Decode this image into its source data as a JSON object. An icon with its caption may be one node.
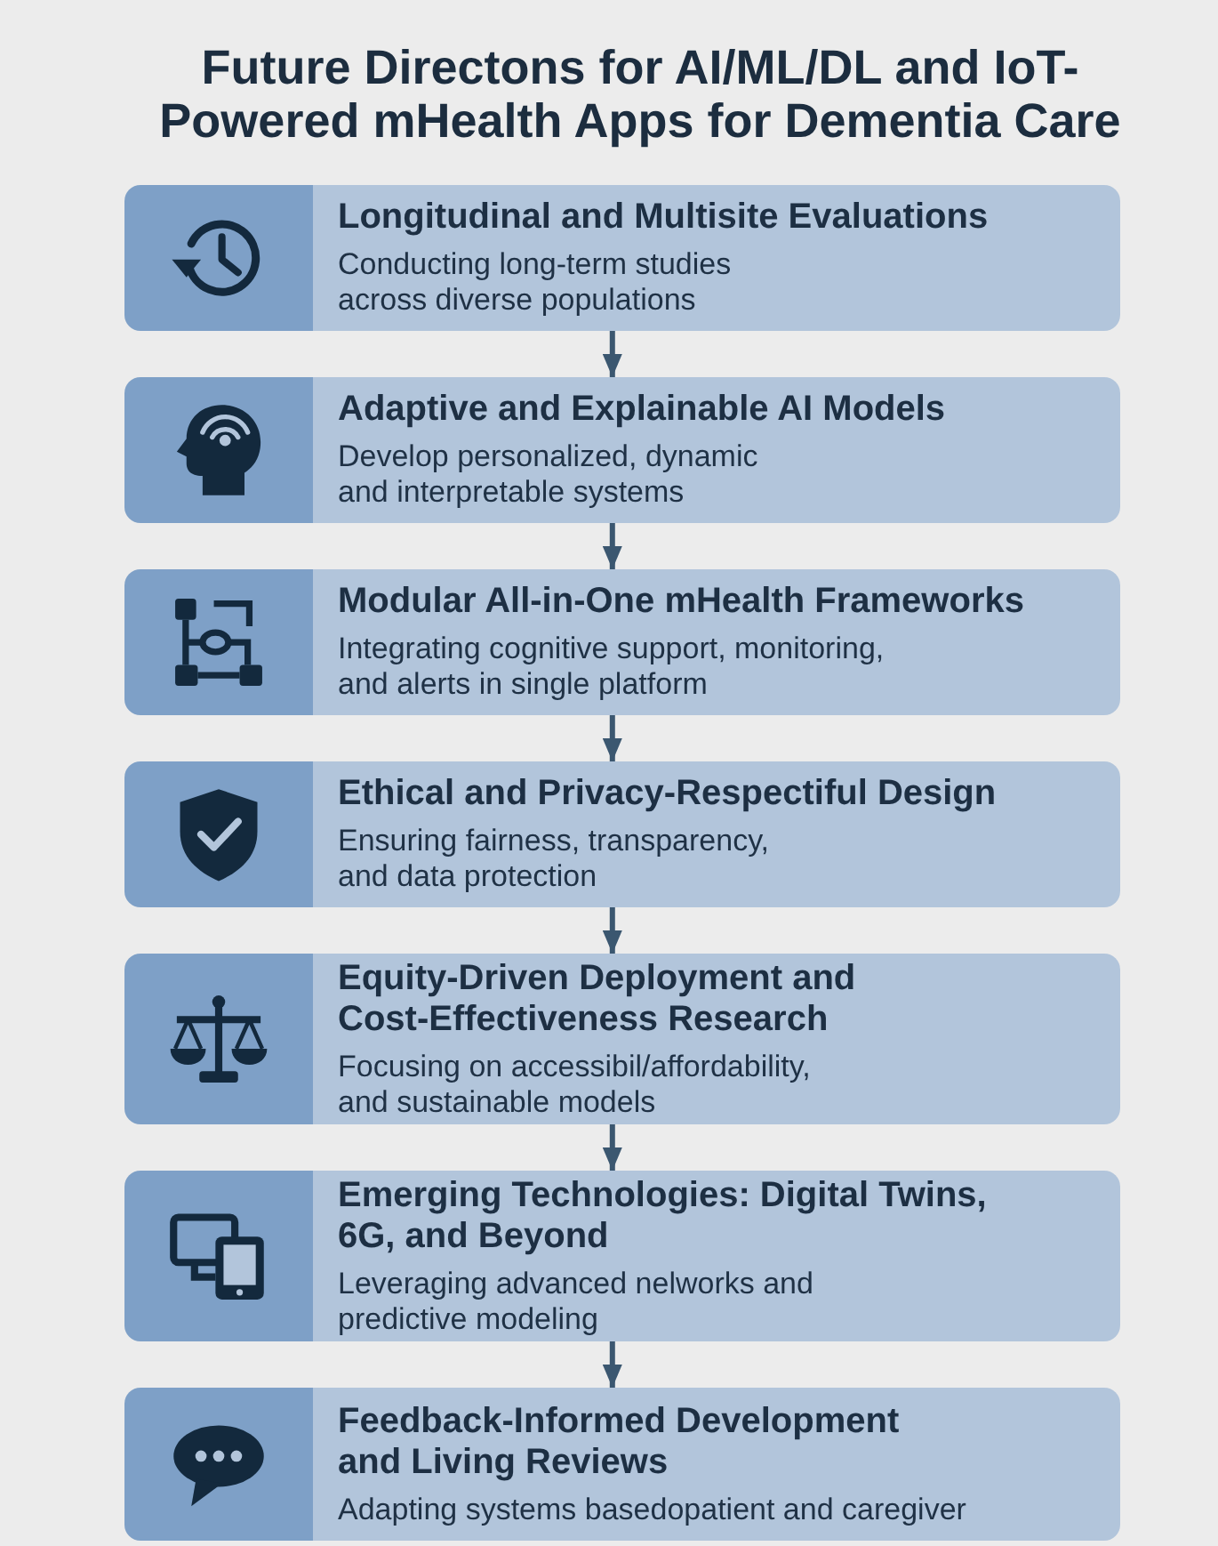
{
  "diagram": {
    "title": "Future Directons for AI/ML/DL and IoT-Powered mHealth Apps for Dementia Care",
    "nodes": [
      {
        "text": [
          "Longitudinal and Multisite Evaluations",
          "Conducting long-term studies across diverse populations"
        ]
      },
      {
        "text": [
          "Adaptive and Explainable AI Models",
          "Develop personalized, dynamic and interpretable systems"
        ]
      },
      {
        "text": [
          "Modular All-in-One mHealth Frameworks",
          "Integrating cognitive support, monitoring, and alerts in single platform"
        ]
      },
      {
        "text": [
          "Ethical and Privacy-Respectiful Design",
          "Ensuring fairness, transparency, and data protection"
        ]
      },
      {
        "text": [
          "Equity-Driven Deployment and Cost-Effectiveness Research",
          "Focusing on accessibil/affordability, and sustainable models"
        ]
      },
      {
        "text": [
          "Emerging Technologies: Digital Twins, 6G, and Beyond",
          "Leveraging advanced nelworks and predictive modeling"
        ]
      },
      {
        "text": [
          "Feedback-Informed Development and Living Reviews",
          "Adapting systems basedopatient and caregiver"
        ]
      }
    ],
    "edges": [
      {
        "from": 0,
        "to": 1,
        "arrow": "to"
      },
      {
        "from": 1,
        "to": 2,
        "arrow": "to"
      },
      {
        "from": 2,
        "to": 3,
        "arrow": "to"
      },
      {
        "from": 3,
        "to": 4,
        "arrow": "to"
      },
      {
        "from": 4,
        "to": 5,
        "arrow": "to"
      },
      {
        "from": 5,
        "to": 6,
        "arrow": "to"
      }
    ]
  }
}
